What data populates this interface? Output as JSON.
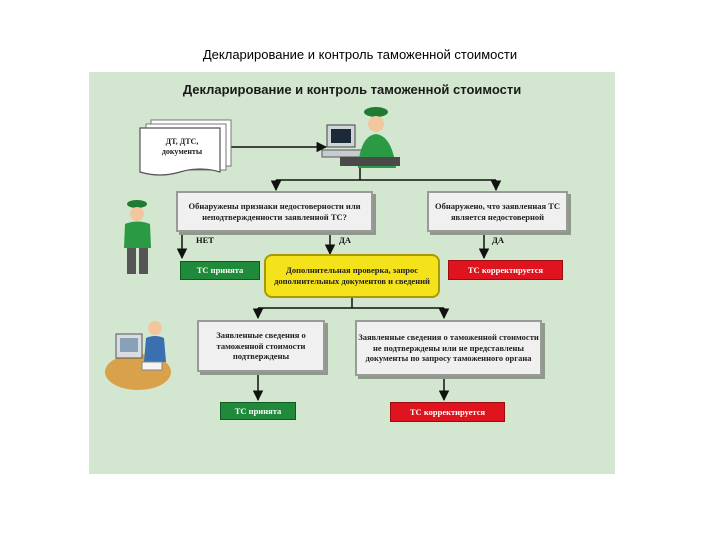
{
  "page_title": "Декларирование и контроль таможенной стоимости",
  "panel_title": "Декларирование и контроль таможенной стоимости",
  "documents": "ДТ, ДТС, документы",
  "box_signs": "Обнаружены признаки недостоверности или неподтвержденности заявленной ТС?",
  "box_found_false": "Обнаружено, что заявленная ТС является недостоверной",
  "label_no": "НЕТ",
  "label_yes_left": "ДА",
  "label_yes_right": "ДА",
  "accepted_1": "ТС принята",
  "extra_check": "Дополнительная проверка, запрос дополнительных документов и сведений",
  "corrected_1": "ТС корректируется",
  "confirmed": "Заявленные сведения о таможенной стоимости подтверждены",
  "not_confirmed": "Заявленные сведения о таможенной стоимости не подтверждены или не представлены документы по запросу таможенного органа",
  "accepted_2": "ТС принята",
  "corrected_2": "ТС корректируется",
  "colors": {
    "panel": "#d3e6cf",
    "accepted": "#1f8a3a",
    "corrected": "#e0141e",
    "extra_check": "#f4e21b"
  },
  "icons": [
    "document-stack-icon",
    "customs-officer-at-computer-icon",
    "customs-officer-standing-icon",
    "office-worker-at-computer-icon"
  ]
}
